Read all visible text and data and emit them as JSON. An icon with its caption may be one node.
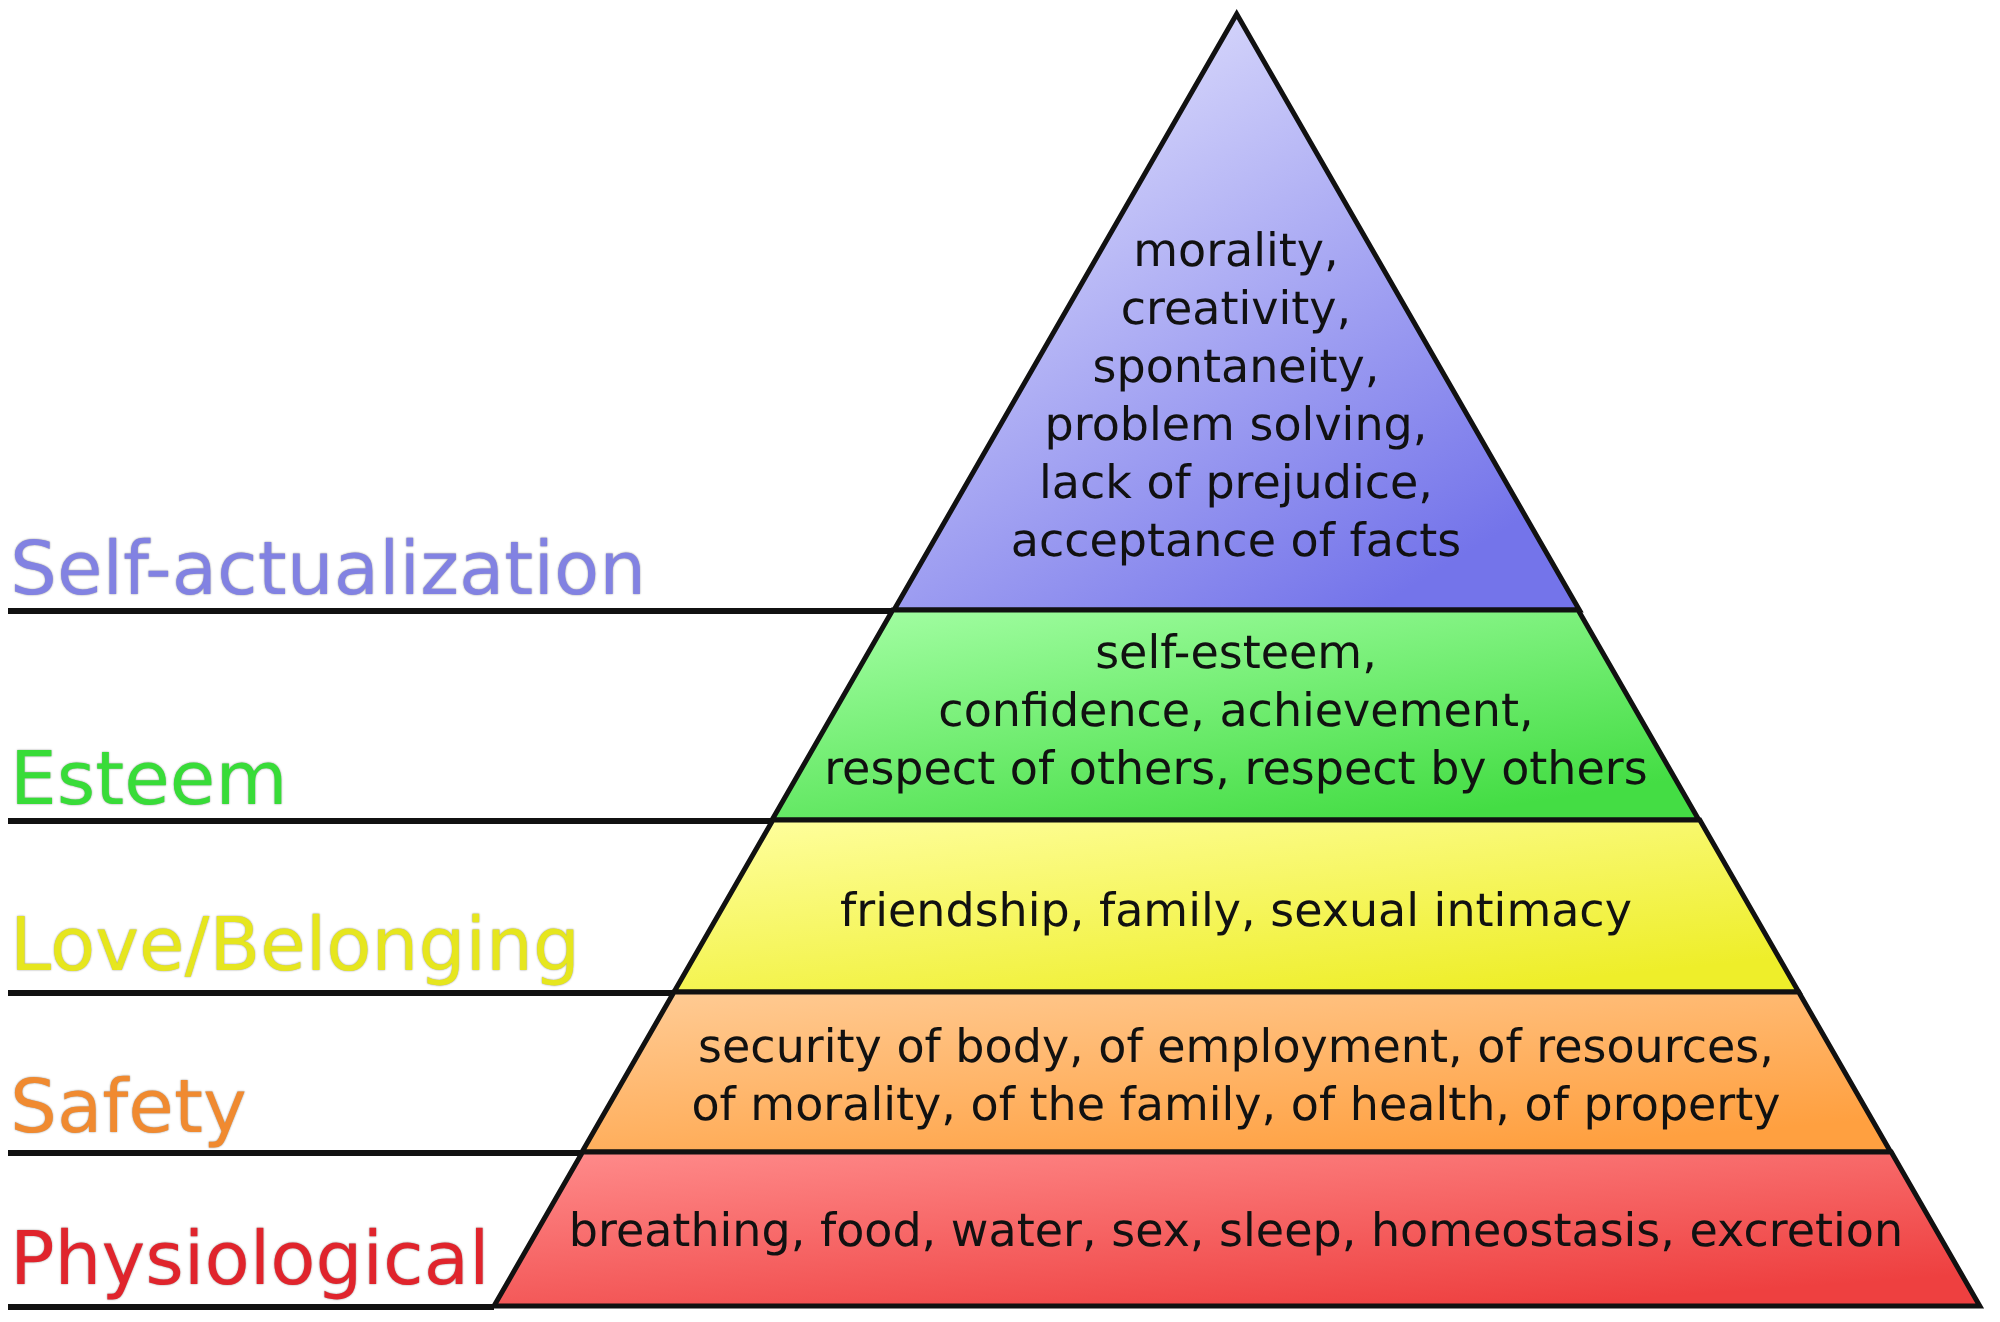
{
  "diagram": {
    "nodes": [
      {
        "text": [
          "morality, creativity, spontaneity, problem solving, lack of prejudice, acceptance of facts"
        ]
      },
      {
        "text": [
          "self-esteem, confidence, achievement, respect of others, respect by others"
        ]
      },
      {
        "text": [
          "friendship, family, sexual intimacy"
        ]
      },
      {
        "text": [
          "security of body, of employment, of resources, of morality, of the family, of health, of property"
        ]
      },
      {
        "text": [
          "breathing, food, water, sex, sleep, homeostasis, excretion"
        ]
      }
    ],
    "labels": [
      "Self-actualization",
      "Esteem",
      "Love/Belonging",
      "Safety",
      "Physiological"
    ]
  }
}
